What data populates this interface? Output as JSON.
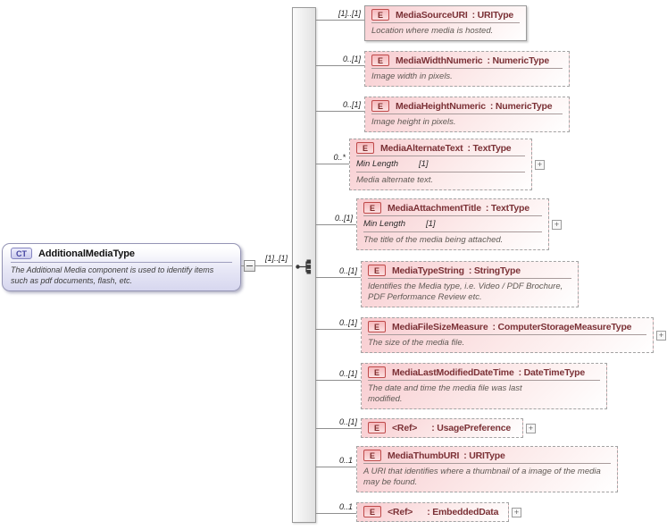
{
  "diagram": {
    "root": {
      "badge": "CT",
      "name": "AdditionalMediaType",
      "description": "The Additional Media component is used to identify items such as pdf documents, flash, etc.",
      "cardinality": "[1]..[1]"
    },
    "compositor": "sequence",
    "elements": [
      {
        "badge": "E",
        "name": "MediaSourceURI",
        "type": "URIType",
        "cardinality": "[1]..[1]",
        "required": true,
        "description": "Location where media is hosted.",
        "expandable": false
      },
      {
        "badge": "E",
        "name": "MediaWidthNumeric",
        "type": "NumericType",
        "cardinality": "0..[1]",
        "required": false,
        "description": "Image width in pixels.",
        "expandable": false
      },
      {
        "badge": "E",
        "name": "MediaHeightNumeric",
        "type": "NumericType",
        "cardinality": "0..[1]",
        "required": false,
        "description": "Image height in pixels.",
        "expandable": false
      },
      {
        "badge": "E",
        "name": "MediaAlternateText",
        "type": "TextType",
        "cardinality": "0..*",
        "required": false,
        "facet": {
          "name": "Min Length",
          "value": "[1]"
        },
        "description": "Media alternate text.",
        "expandable": true
      },
      {
        "badge": "E",
        "name": "MediaAttachmentTitle",
        "type": "TextType",
        "cardinality": "0..[1]",
        "required": false,
        "facet": {
          "name": "Min Length",
          "value": "[1]"
        },
        "description": "The title of the media being attached.",
        "expandable": true
      },
      {
        "badge": "E",
        "name": "MediaTypeString",
        "type": "StringType",
        "cardinality": "0..[1]",
        "required": false,
        "description": "Identifies the Media type, i.e. Video / PDF Brochure, PDF Performance Review etc.",
        "expandable": false
      },
      {
        "badge": "E",
        "name": "MediaFileSizeMeasure",
        "type": "ComputerStorageMeasureType",
        "cardinality": "0..[1]",
        "required": false,
        "description": "The size of the media file.",
        "expandable": true
      },
      {
        "badge": "E",
        "name": "MediaLastModifiedDateTime",
        "type": "DateTimeType",
        "cardinality": "0..[1]",
        "required": false,
        "description": "The date and time the media file was last modified.",
        "expandable": false
      },
      {
        "badge": "E",
        "name": "<Ref>",
        "type": "UsagePreference",
        "cardinality": "0..[1]",
        "required": false,
        "description": "",
        "expandable": true
      },
      {
        "badge": "E",
        "name": "MediaThumbURI",
        "type": "URIType",
        "cardinality": "0..1",
        "required": false,
        "description": "A URI that identifies where a thumbnail of a image of the media may be found.",
        "expandable": false
      },
      {
        "badge": "E",
        "name": "<Ref>",
        "type": "EmbeddedData",
        "cardinality": "0..1",
        "required": false,
        "description": "",
        "expandable": true
      }
    ],
    "colors": {
      "element_title": "#7b3136",
      "element_fill": "#f8ccd0",
      "badge_border": "#bf4a4a",
      "root_fill": "#d7d7ef",
      "root_badge_text": "#4444a0"
    }
  }
}
